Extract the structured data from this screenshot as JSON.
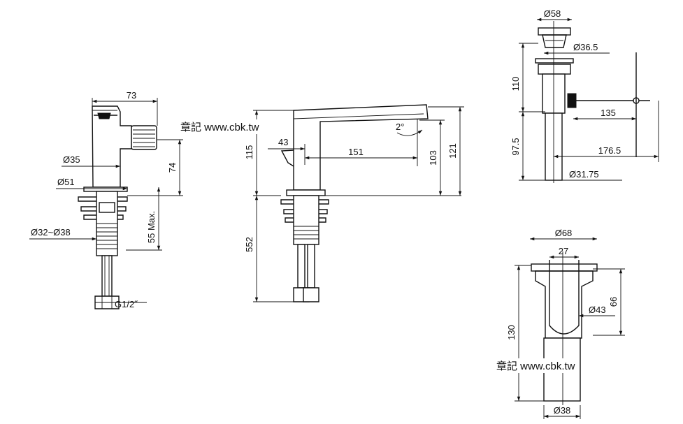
{
  "watermarks": [
    "章記 www.cbk.tw",
    "章記 www.cbk.tw"
  ],
  "dimensions": {
    "side_width": "73",
    "dia_35": "Ø35",
    "dia_51": "Ø51",
    "dia_32_38": "Ø32~Ø38",
    "h_74": "74",
    "max_55": "55 Max.",
    "thread": "G1/2˝",
    "h_115": "115",
    "d_43": "43",
    "reach_151": "151",
    "h_103": "103",
    "h_121": "121",
    "h_552": "552",
    "angle": "2°",
    "dia_58": "Ø58",
    "dia_365": "Ø36.5",
    "h_110": "110",
    "l_135": "135",
    "h_975": "97.5",
    "l_1765": "176.5",
    "dia_3175": "Ø31.75",
    "dia_68": "Ø68",
    "w_27": "27",
    "h_66": "66",
    "dia_43": "Ø43",
    "h_130": "130",
    "dia_38": "Ø38"
  }
}
